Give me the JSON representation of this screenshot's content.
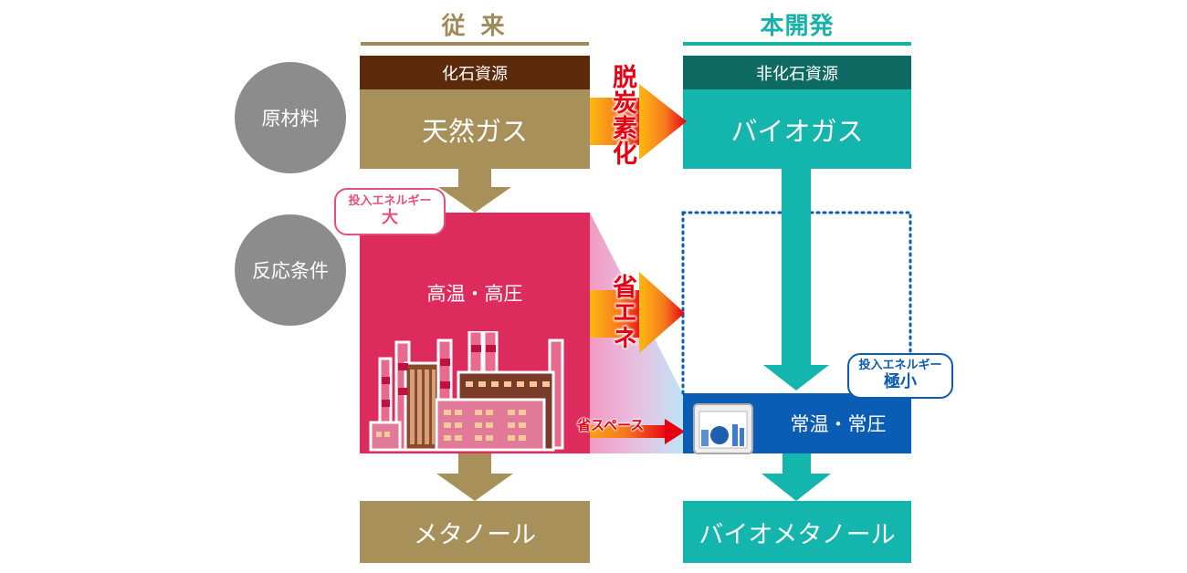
{
  "columns": {
    "conventional": {
      "header": "従 来",
      "raw_category": "化石資源",
      "raw_material": "天然ガス",
      "condition": "高温・高圧",
      "energy_bubble": {
        "line1": "投入エネルギー",
        "line2": "大"
      },
      "product": "メタノール"
    },
    "new": {
      "header": "本開発",
      "raw_category": "非化石資源",
      "raw_material": "バイオガス",
      "condition": "常温・常圧",
      "energy_bubble": {
        "line1": "投入エネルギー",
        "line2": "極小"
      },
      "product": "バイオメタノール"
    }
  },
  "rows": {
    "raw_material": "原材料",
    "reaction_conditions": "反応条件"
  },
  "transitions": {
    "decarbonization": "脱炭素化",
    "energy_saving": "省エネ",
    "space_saving": "省スペース"
  },
  "colors": {
    "conventional_header": "#a08a5a",
    "conventional_dark": "#5c2a0a",
    "conventional_box": "#a8905a",
    "conventional_reaction": "#dc2b5c",
    "new_header": "#16b2aa",
    "new_dark": "#0f6a64",
    "new_box": "#13b5ad",
    "new_reaction": "#0a5cb4",
    "circle": "#8c8c8c",
    "transition_text": "#e60012"
  }
}
